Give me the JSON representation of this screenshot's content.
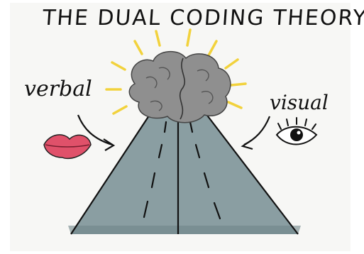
{
  "title": "THE DUAL CODING THEORY",
  "labels": {
    "verbal": "verbal",
    "visual": "visual"
  },
  "colors": {
    "road": "#8a9ea2",
    "road_shadow": "#6f8589",
    "brain": "#8f8f8f",
    "rays": "#f2d23c",
    "lips": "#e0516a",
    "ink": "#111111",
    "background": "#f7f7f5"
  },
  "icons": [
    "brain-icon",
    "lips-icon",
    "eye-icon",
    "road-illustration",
    "light-rays"
  ]
}
